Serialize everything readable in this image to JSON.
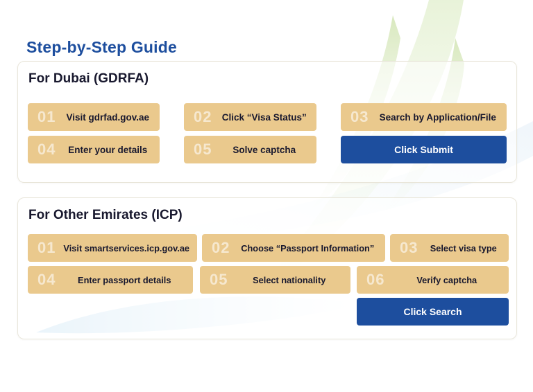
{
  "page": {
    "title": "Step-by-Step Guide"
  },
  "colors": {
    "accent_blue": "#1d4e9e",
    "step_box_tan": "#eac98d",
    "step_number_cream": "#f6e7c8",
    "text_dark": "#18182e",
    "leaf_green": "#d9e9c2",
    "swoosh_blue": "#d7eaf6"
  },
  "sections": [
    {
      "title": "For Dubai (GDRFA)",
      "steps": [
        {
          "num": "01",
          "label": "Visit gdrfad.gov.ae"
        },
        {
          "num": "02",
          "label": "Click “Visa Status”"
        },
        {
          "num": "03",
          "label": "Search by Application/File"
        },
        {
          "num": "04",
          "label": "Enter your details"
        },
        {
          "num": "05",
          "label": "Solve captcha"
        }
      ],
      "button_label": "Click Submit"
    },
    {
      "title": "For Other Emirates (ICP)",
      "steps": [
        {
          "num": "01",
          "label": "Visit smartservices.icp.gov.ae"
        },
        {
          "num": "02",
          "label": "Choose “Passport Information”"
        },
        {
          "num": "03",
          "label": "Select visa type"
        },
        {
          "num": "04",
          "label": "Enter passport details"
        },
        {
          "num": "05",
          "label": "Select nationality"
        },
        {
          "num": "06",
          "label": "Verify captcha"
        }
      ],
      "button_label": "Click Search"
    }
  ]
}
